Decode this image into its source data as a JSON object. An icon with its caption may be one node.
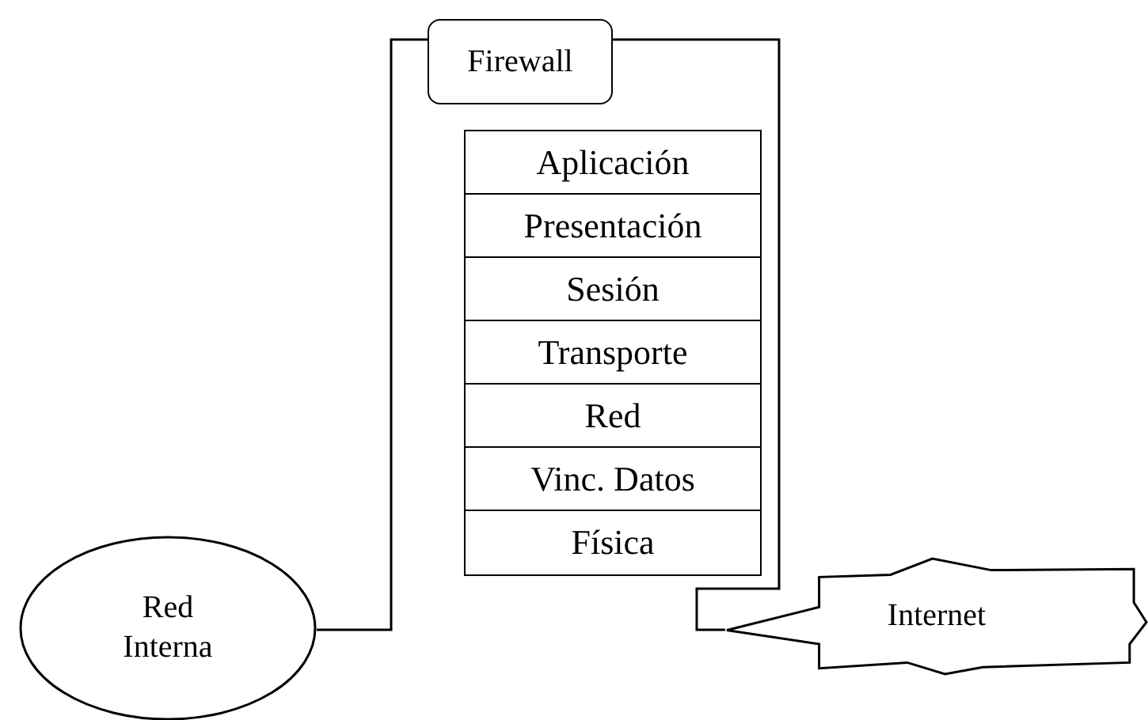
{
  "diagram": {
    "nodes": [
      {
        "text": [
          "Firewall"
        ]
      },
      {
        "text": [
          "Aplicación"
        ]
      },
      {
        "text": [
          "Presentación"
        ]
      },
      {
        "text": [
          "Sesión"
        ]
      },
      {
        "text": [
          "Transporte"
        ]
      },
      {
        "text": [
          "Red"
        ]
      },
      {
        "text": [
          "Vinc. Datos"
        ]
      },
      {
        "text": [
          "Física"
        ]
      },
      {
        "text": [
          "Red Interna"
        ]
      },
      {
        "text": [
          "Internet"
        ]
      }
    ],
    "edges": [
      {
        "from": 8,
        "to": 0,
        "arrow": "none"
      },
      {
        "from": 0,
        "to": 9,
        "arrow": "none"
      }
    ]
  }
}
